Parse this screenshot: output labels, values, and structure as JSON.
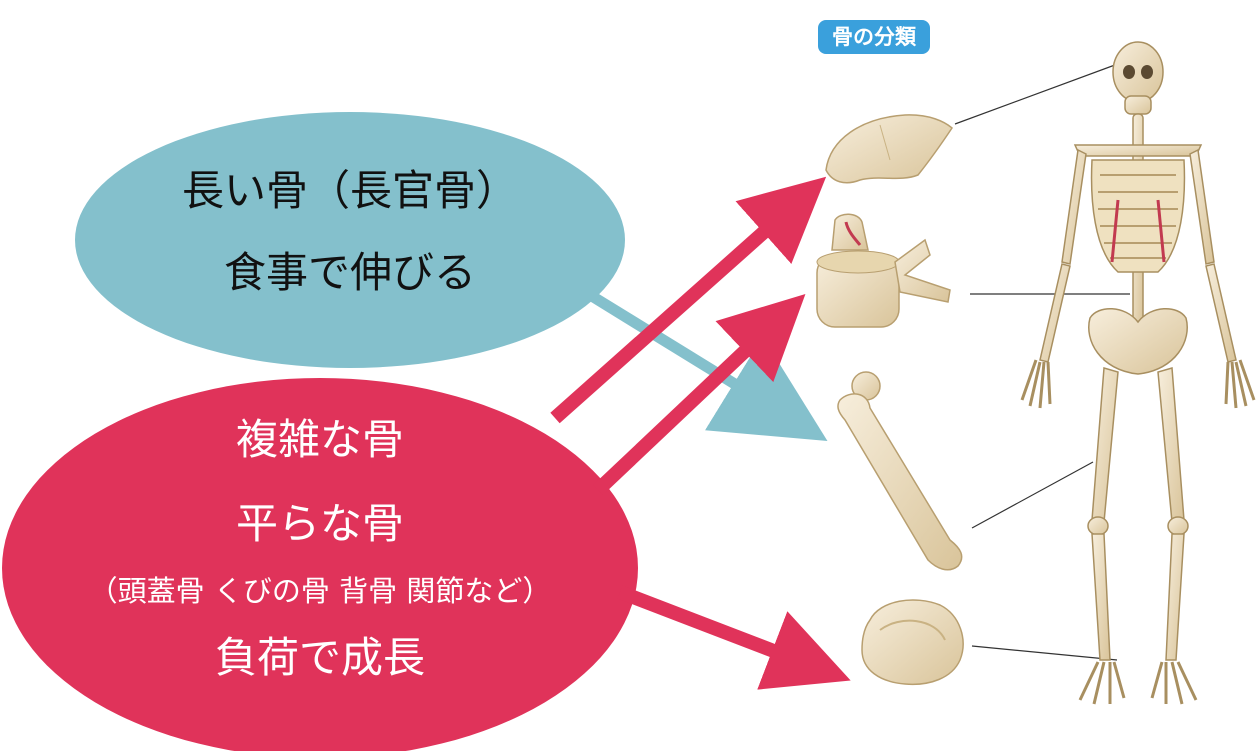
{
  "header": {
    "badge": "骨の分類"
  },
  "long_bone_group": {
    "lines": [
      "長い骨（長官骨）",
      "食事で伸びる"
    ],
    "color": "#84c0cc"
  },
  "complex_bone_group": {
    "line1": "複雑な骨",
    "line2": "平らな骨",
    "line3": "（頭蓋骨 くびの骨 背骨 関節など）",
    "line4": "負荷で成長",
    "color": "#e0335a"
  },
  "bones": [
    {
      "icon": "flat-skull-bone-icon"
    },
    {
      "icon": "vertebra-bone-icon"
    },
    {
      "icon": "long-femur-bone-icon"
    },
    {
      "icon": "short-patella-bone-icon"
    },
    {
      "icon": "human-skeleton-icon"
    }
  ]
}
